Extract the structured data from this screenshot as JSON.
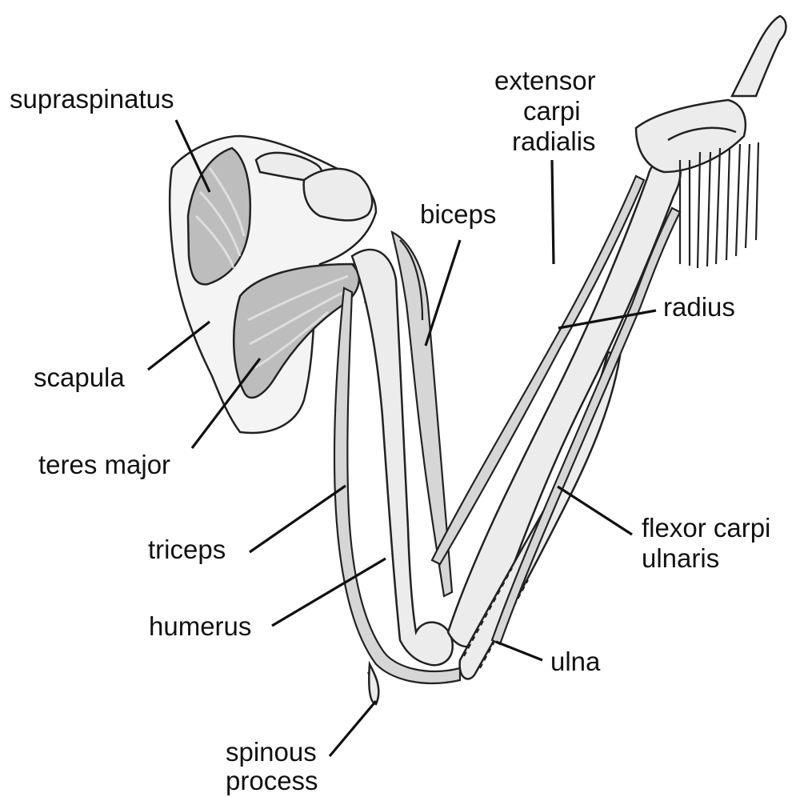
{
  "labels": {
    "supraspinatus": "supraspinatus",
    "extensor_line1": "extensor",
    "extensor_line2": "carpi",
    "extensor_line3": "radialis",
    "biceps": "biceps",
    "radius": "radius",
    "scapula": "scapula",
    "teres_major": "teres major",
    "triceps": "triceps",
    "flexor_line1": "flexor carpi",
    "flexor_line2": "ulnaris",
    "humerus": "humerus",
    "ulna": "ulna",
    "spinous_line1": "spinous",
    "spinous_line2": "process"
  }
}
